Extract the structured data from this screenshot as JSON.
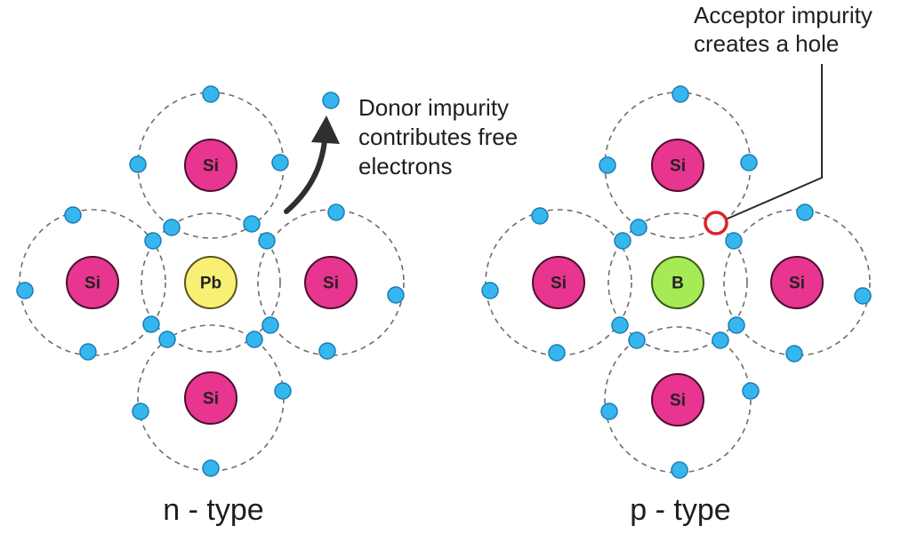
{
  "diagram": {
    "n_type": {
      "caption": "n - type",
      "center_atom": "Pb",
      "neighbor_atoms": {
        "top": "Si",
        "left": "Si",
        "right": "Si",
        "bottom": "Si"
      },
      "annotation": [
        "Donor impurity",
        "contributes free",
        "electrons"
      ]
    },
    "p_type": {
      "caption": "p - type",
      "center_atom": "B",
      "neighbor_atoms": {
        "top": "Si",
        "left": "Si",
        "right": "Si",
        "bottom": "Si"
      },
      "annotation": [
        "Acceptor impurity",
        "creates a hole"
      ]
    }
  },
  "colors": {
    "silicon": "#e8358f",
    "lead": "#f7f075",
    "boron": "#a6ea55",
    "electron": "#35b6ee",
    "hole_outline": "#e0202a"
  }
}
